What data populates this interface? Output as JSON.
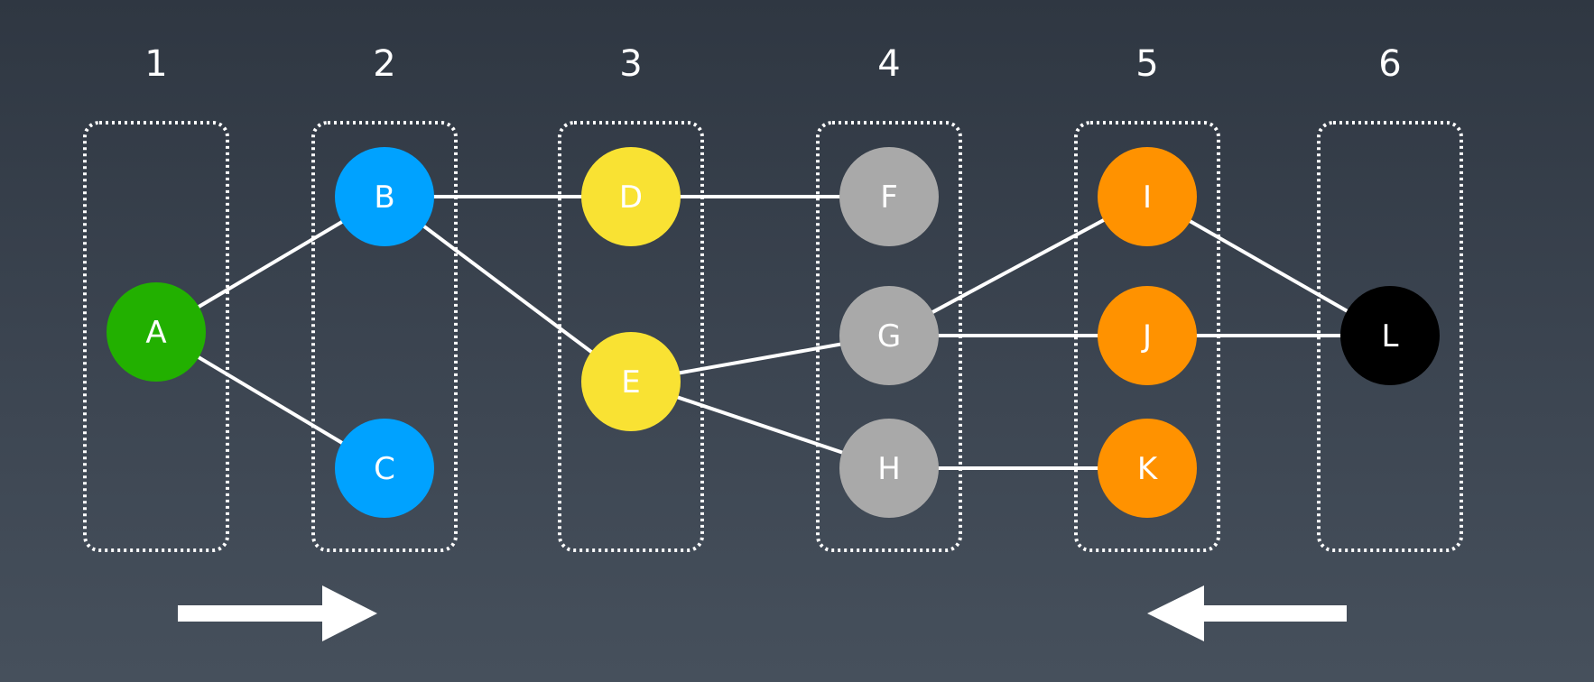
{
  "columns": [
    {
      "id": 1,
      "label": "1"
    },
    {
      "id": 2,
      "label": "2"
    },
    {
      "id": 3,
      "label": "3"
    },
    {
      "id": 4,
      "label": "4"
    },
    {
      "id": 5,
      "label": "5"
    },
    {
      "id": 6,
      "label": "6"
    }
  ],
  "nodes": [
    {
      "id": "A",
      "label": "A",
      "column": 1,
      "color": "#22b000"
    },
    {
      "id": "B",
      "label": "B",
      "column": 2,
      "color": "#00a2ff"
    },
    {
      "id": "C",
      "label": "C",
      "column": 2,
      "color": "#00a2ff"
    },
    {
      "id": "D",
      "label": "D",
      "column": 3,
      "color": "#f9e233"
    },
    {
      "id": "E",
      "label": "E",
      "column": 3,
      "color": "#f9e233"
    },
    {
      "id": "F",
      "label": "F",
      "column": 4,
      "color": "#a9a9a9"
    },
    {
      "id": "G",
      "label": "G",
      "column": 4,
      "color": "#a9a9a9"
    },
    {
      "id": "H",
      "label": "H",
      "column": 4,
      "color": "#a9a9a9"
    },
    {
      "id": "I",
      "label": "I",
      "column": 5,
      "color": "#ff9200"
    },
    {
      "id": "J",
      "label": "J",
      "column": 5,
      "color": "#ff9200"
    },
    {
      "id": "K",
      "label": "K",
      "column": 5,
      "color": "#ff9200"
    },
    {
      "id": "L",
      "label": "L",
      "column": 6,
      "color": "#000000"
    }
  ],
  "edges": [
    [
      "A",
      "B"
    ],
    [
      "A",
      "C"
    ],
    [
      "B",
      "D"
    ],
    [
      "B",
      "E"
    ],
    [
      "D",
      "F"
    ],
    [
      "E",
      "G"
    ],
    [
      "E",
      "H"
    ],
    [
      "G",
      "I"
    ],
    [
      "G",
      "J"
    ],
    [
      "H",
      "K"
    ],
    [
      "I",
      "L"
    ],
    [
      "J",
      "L"
    ]
  ],
  "arrows": [
    {
      "id": "forward",
      "direction": "right"
    },
    {
      "id": "backward",
      "direction": "left"
    }
  ],
  "colors": {
    "background_top": "#2f3742",
    "background_bottom": "#46505c",
    "line": "#ffffff"
  }
}
